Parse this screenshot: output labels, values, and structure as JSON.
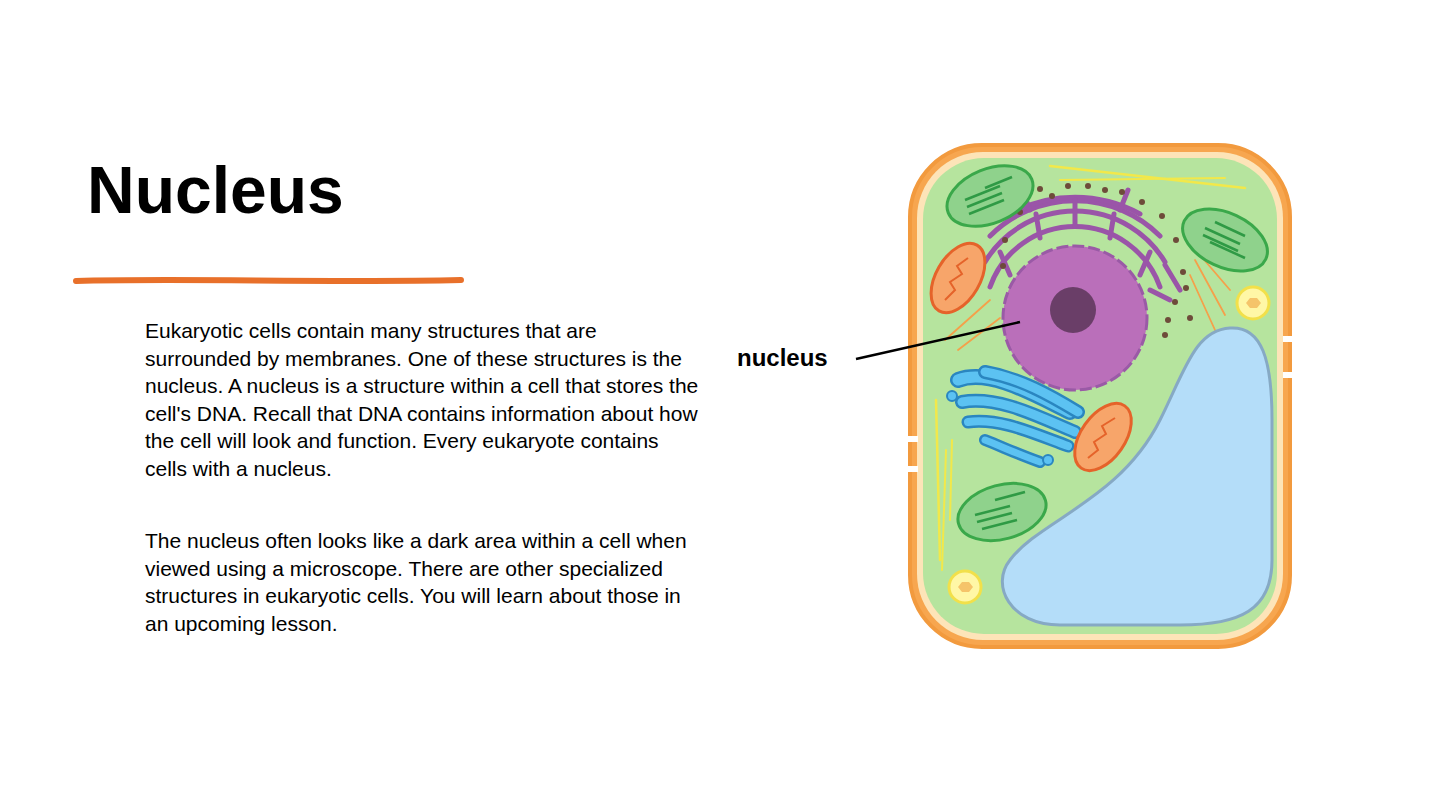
{
  "diagram": {
    "title": "Nucleus",
    "labels": [
      "Eukaryotic cells contain many structures that are surrounded by membranes. One of these structures is the nucleus. A nucleus is a structure within a cell that stores the cell's DNA. Recall that DNA contains information about how the cell will look and function. Every eukaryote contains cells with a nucleus.",
      "The nucleus often looks like a dark area within a cell when viewed using a microscope. There are other specialized structures in eukaryotic cells. You will learn about those in an upcoming lesson.",
      "nucleus"
    ]
  }
}
